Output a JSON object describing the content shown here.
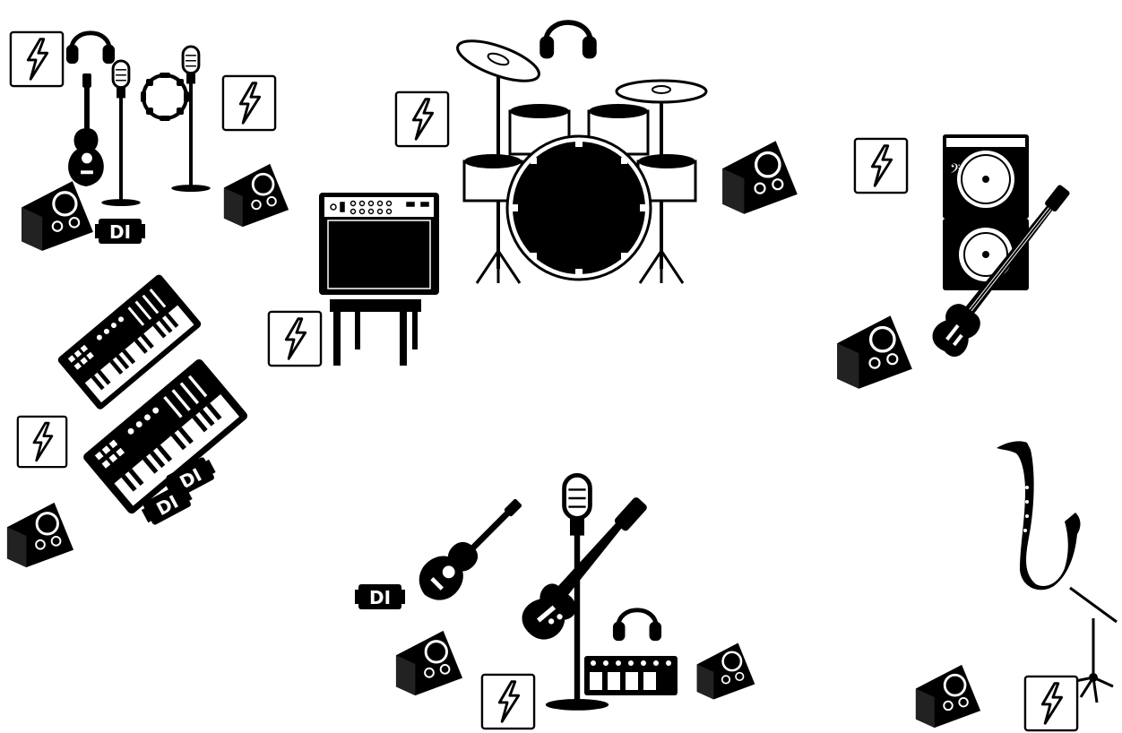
{
  "colors": {
    "ink": "#000000",
    "paper": "#ffffff",
    "grey": "#222222"
  },
  "di_label": "DI",
  "zones": [
    "acoustic-vocal-tambourine-zone",
    "drum-zone",
    "guitar-amp-zone",
    "bass-zone",
    "keyboard-zone",
    "front-vocal-guitar-zone",
    "saxophone-zone"
  ]
}
